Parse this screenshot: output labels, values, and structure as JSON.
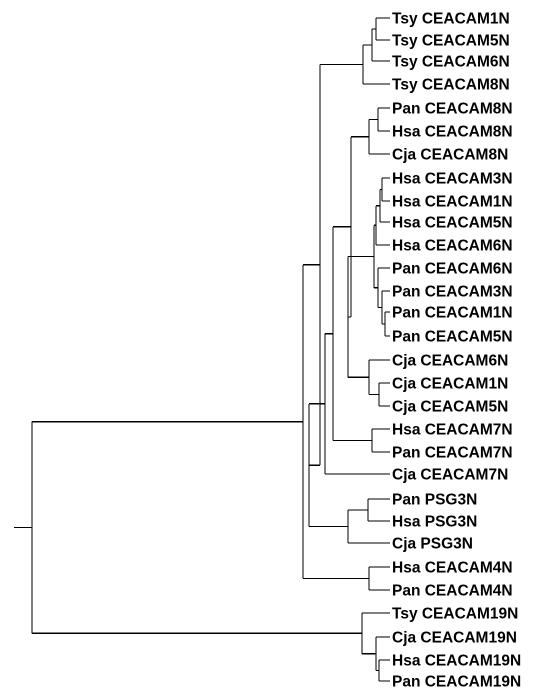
{
  "tree": {
    "leaves": [
      "Tsy CEACAM1N",
      "Tsy CEACAM5N",
      "Tsy CEACAM6N",
      "Tsy CEACAM8N",
      "Pan CEACAM8N",
      "Hsa CEACAM8N",
      "Cja CEACAM8N",
      "Hsa CEACAM3N",
      "Hsa CEACAM1N",
      "Hsa CEACAM5N",
      "Hsa CEACAM6N",
      "Pan CEACAM6N",
      "Pan CEACAM3N",
      "Pan CEACAM1N",
      "Pan CEACAM5N",
      "Cja CEACAM6N",
      "Cja CEACAM1N",
      "Cja CEACAM5N",
      "Hsa CEACAM7N",
      "Pan CEACAM7N",
      "Cja CEACAM7N",
      "Pan PSG3N",
      "Hsa PSG3N",
      "Cja PSG3N",
      "Hsa CEACAM4N",
      "Pan CEACAM4N",
      "Tsy CEACAM19N",
      "Cja CEACAM19N",
      "Hsa CEACAM19N",
      "Pan CEACAM19N"
    ]
  }
}
